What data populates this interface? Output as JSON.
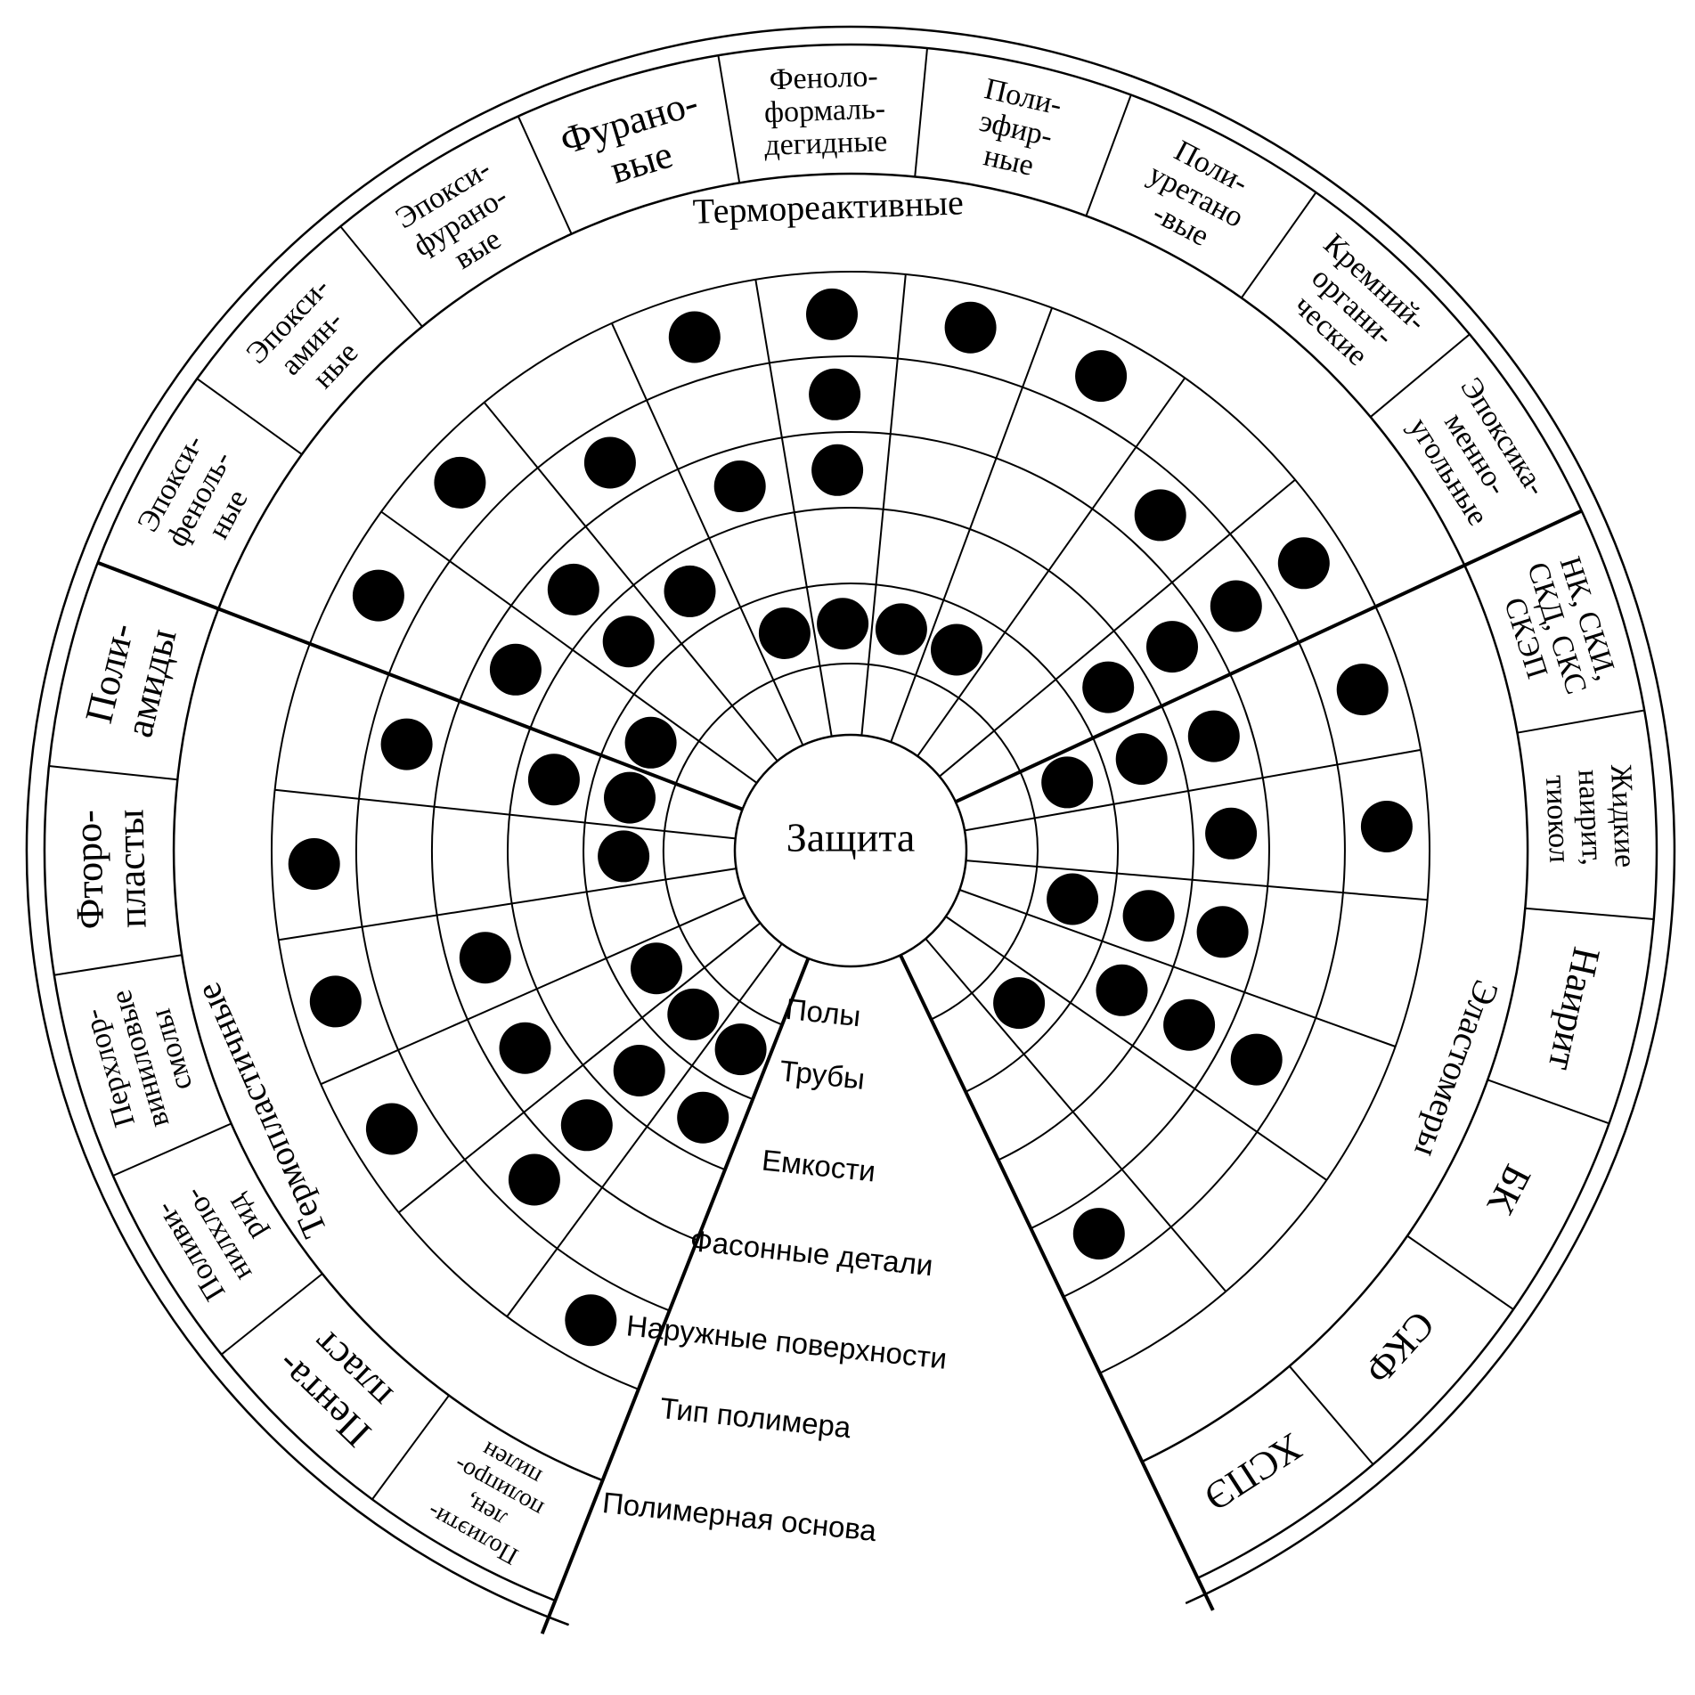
{
  "center_label": "Защита",
  "group_labels": {
    "thermoreactive": "Термореактивные",
    "thermoplastic": "Термопластичные",
    "elastomers": "Эластомеры"
  },
  "ring_labels": [
    "Полы",
    "Трубы",
    "Емкости",
    "Фасонные детали",
    "Наружные поверхности",
    "Тип полимера",
    "Полимерная основа"
  ],
  "polymers": [
    {
      "id": "elastomer-hsp",
      "group": "elastomers",
      "lines": [
        "ХСПЭ"
      ],
      "marks": [
        false,
        false,
        false,
        true,
        false
      ]
    },
    {
      "id": "elastomer-skf",
      "group": "elastomers",
      "lines": [
        "СКФ"
      ],
      "marks": [
        true,
        false,
        false,
        false,
        false
      ]
    },
    {
      "id": "elastomer-bk",
      "group": "elastomers",
      "lines": [
        "БК"
      ],
      "marks": [
        false,
        true,
        true,
        true,
        false
      ]
    },
    {
      "id": "elastomer-nairit",
      "group": "elastomers",
      "lines": [
        "Наирит"
      ],
      "marks": [
        true,
        true,
        true,
        false,
        false
      ]
    },
    {
      "id": "elastomer-liquid",
      "group": "elastomers",
      "lines": [
        "Жидкие",
        "наирит,",
        "тиокол"
      ],
      "marks": [
        false,
        false,
        true,
        false,
        true
      ]
    },
    {
      "id": "elastomer-nk",
      "group": "elastomers",
      "lines": [
        "НК, СКИ,",
        "СКД, СКС",
        "СКЭП"
      ],
      "marks": [
        true,
        true,
        true,
        false,
        true
      ]
    },
    {
      "id": "thermo-epoxy-coal",
      "group": "thermoreactive",
      "lines": [
        "Эпоксика-",
        "менно-",
        "угольные"
      ],
      "marks": [
        false,
        true,
        true,
        true,
        true
      ]
    },
    {
      "id": "thermo-silicone",
      "group": "thermoreactive",
      "lines": [
        "Кремний-",
        "органи-",
        "ческие"
      ],
      "marks": [
        false,
        false,
        false,
        true,
        false
      ]
    },
    {
      "id": "thermo-polyurethane",
      "group": "thermoreactive",
      "lines": [
        "Поли-",
        "уретано",
        "-вые"
      ],
      "marks": [
        true,
        false,
        false,
        false,
        true
      ]
    },
    {
      "id": "thermo-polyester",
      "group": "thermoreactive",
      "lines": [
        "Поли-",
        "эфир-",
        "ные"
      ],
      "marks": [
        true,
        false,
        false,
        false,
        true
      ]
    },
    {
      "id": "thermo-phenol",
      "group": "thermoreactive",
      "lines": [
        "Феноло-",
        "формаль-",
        "дегидные"
      ],
      "marks": [
        true,
        false,
        true,
        true,
        true
      ]
    },
    {
      "id": "thermo-furan",
      "group": "thermoreactive",
      "lines": [
        "Фурано-",
        "вые"
      ],
      "marks": [
        true,
        false,
        true,
        false,
        true
      ]
    },
    {
      "id": "thermo-epoxy-furan",
      "group": "thermoreactive",
      "lines": [
        "Эпокси-",
        "фурано-",
        "вые"
      ],
      "marks": [
        false,
        true,
        false,
        true,
        false
      ]
    },
    {
      "id": "thermo-epoxy-amine",
      "group": "thermoreactive",
      "lines": [
        "Эпокси-",
        "амин-",
        "ные"
      ],
      "marks": [
        false,
        true,
        true,
        false,
        true
      ]
    },
    {
      "id": "thermo-epoxy-phenol",
      "group": "thermoreactive",
      "lines": [
        "Эпокси-",
        "феноль-",
        "ные"
      ],
      "marks": [
        true,
        false,
        true,
        false,
        true
      ]
    },
    {
      "id": "plastic-polyamide",
      "group": "thermoplastic",
      "lines": [
        "Поли-",
        "амиды"
      ],
      "marks": [
        true,
        true,
        false,
        true,
        false
      ]
    },
    {
      "id": "plastic-fluoro",
      "group": "thermoplastic",
      "lines": [
        "Фторо-",
        "пласты"
      ],
      "marks": [
        true,
        false,
        false,
        false,
        true
      ]
    },
    {
      "id": "plastic-perchlor",
      "group": "thermoplastic",
      "lines": [
        "Перхлор-",
        "виниловые",
        "смолы"
      ],
      "marks": [
        false,
        false,
        true,
        false,
        true
      ]
    },
    {
      "id": "plastic-pvc",
      "group": "thermoplastic",
      "lines": [
        "Поливи-",
        "нилхло-",
        "рид"
      ],
      "marks": [
        true,
        false,
        true,
        false,
        true
      ]
    },
    {
      "id": "plastic-pentaplast",
      "group": "thermoplastic",
      "lines": [
        "Пента-",
        "пласт"
      ],
      "marks": [
        true,
        true,
        true,
        true,
        false
      ]
    },
    {
      "id": "plastic-polyolefin",
      "group": "thermoplastic",
      "lines": [
        "Полиэти-",
        "лен,",
        "полипро-",
        "пилен"
      ],
      "marks": [
        true,
        true,
        false,
        false,
        true
      ]
    }
  ]
}
